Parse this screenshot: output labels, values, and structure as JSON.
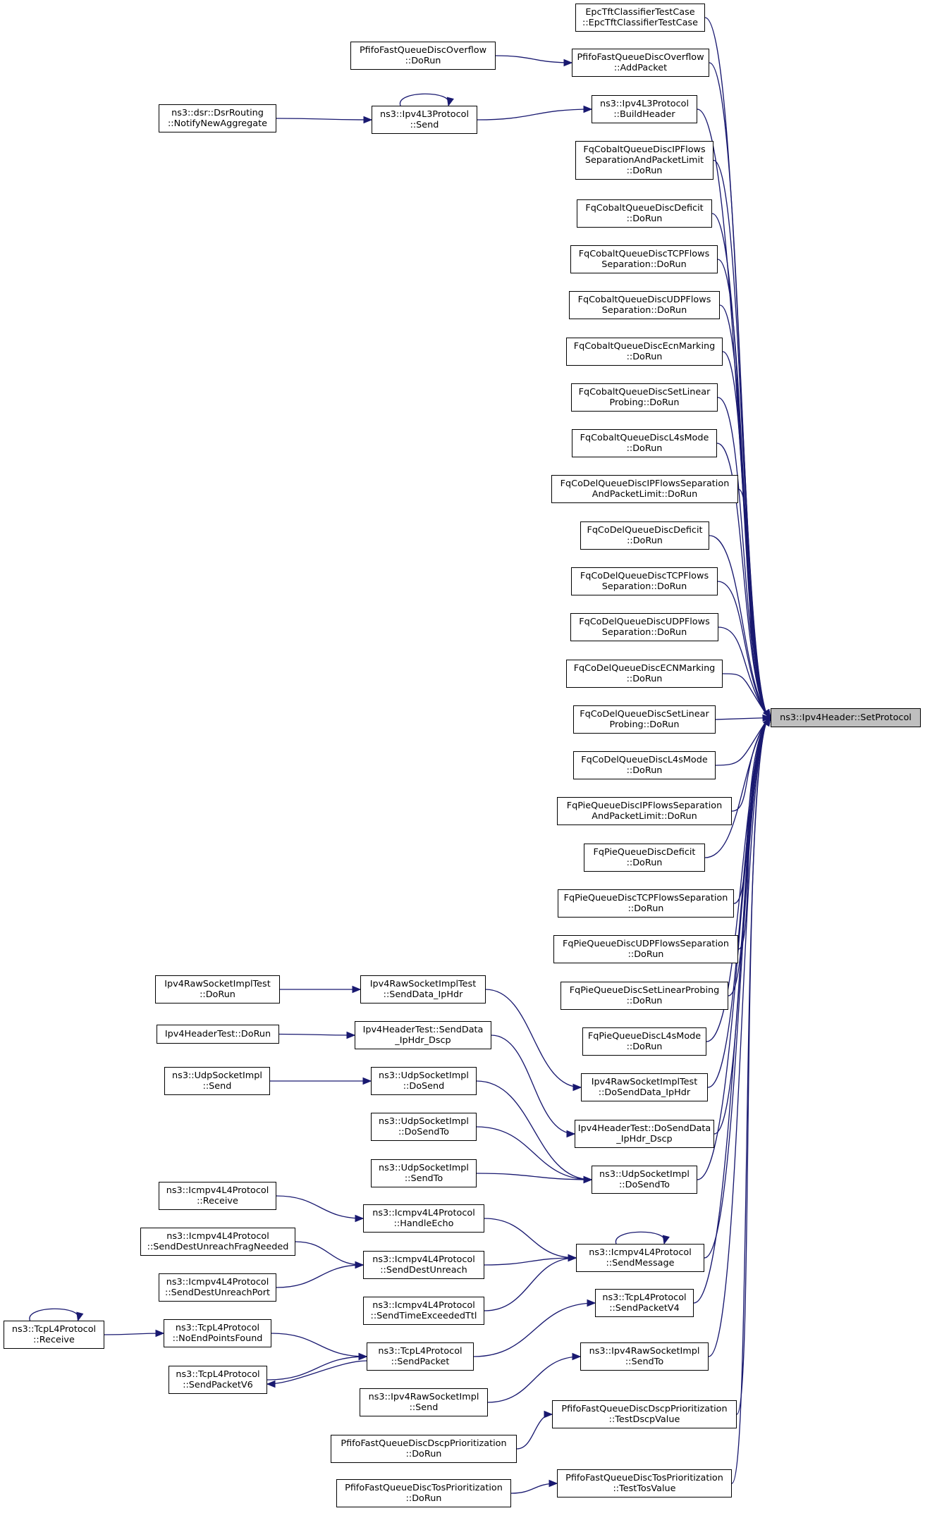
{
  "graph": {
    "colors": {
      "edge": "#191970",
      "root_fill": "#bfbfbf",
      "node_border": "#000000"
    },
    "root": {
      "id": "set_protocol",
      "lines": [
        "ns3::Ipv4Header::SetProtocol"
      ]
    },
    "callers": [
      {
        "id": "epc_ctor",
        "lines": [
          "EpcTftClassifierTestCase",
          "::EpcTftClassifierTestCase"
        ]
      },
      {
        "id": "pfifo_overflow_addpacket",
        "lines": [
          "PfifoFastQueueDiscOverflow",
          "::AddPacket"
        ]
      },
      {
        "id": "pfifo_overflow_dorun",
        "lines": [
          "PfifoFastQueueDiscOverflow",
          "::DoRun"
        ]
      },
      {
        "id": "ipv4l3_buildheader",
        "lines": [
          "ns3::Ipv4L3Protocol",
          "::BuildHeader"
        ]
      },
      {
        "id": "ipv4l3_send",
        "lines": [
          "ns3::Ipv4L3Protocol",
          "::Send"
        ]
      },
      {
        "id": "dsr_notify",
        "lines": [
          "ns3::dsr::DsrRouting",
          "::NotifyNewAggregate"
        ]
      },
      {
        "id": "fqcobalt_ipflows",
        "lines": [
          "FqCobaltQueueDiscIPFlows",
          "SeparationAndPacketLimit",
          "::DoRun"
        ]
      },
      {
        "id": "fqcobalt_deficit",
        "lines": [
          "FqCobaltQueueDiscDeficit",
          "::DoRun"
        ]
      },
      {
        "id": "fqcobalt_tcp",
        "lines": [
          "FqCobaltQueueDiscTCPFlows",
          "Separation::DoRun"
        ]
      },
      {
        "id": "fqcobalt_udp",
        "lines": [
          "FqCobaltQueueDiscUDPFlows",
          "Separation::DoRun"
        ]
      },
      {
        "id": "fqcobalt_ecn",
        "lines": [
          "FqCobaltQueueDiscEcnMarking",
          "::DoRun"
        ]
      },
      {
        "id": "fqcobalt_linear",
        "lines": [
          "FqCobaltQueueDiscSetLinear",
          "Probing::DoRun"
        ]
      },
      {
        "id": "fqcobalt_l4s",
        "lines": [
          "FqCobaltQueueDiscL4sMode",
          "::DoRun"
        ]
      },
      {
        "id": "fqcodel_ipflows",
        "lines": [
          "FqCoDelQueueDiscIPFlowsSeparation",
          "AndPacketLimit::DoRun"
        ]
      },
      {
        "id": "fqcodel_deficit",
        "lines": [
          "FqCoDelQueueDiscDeficit",
          "::DoRun"
        ]
      },
      {
        "id": "fqcodel_tcp",
        "lines": [
          "FqCoDelQueueDiscTCPFlows",
          "Separation::DoRun"
        ]
      },
      {
        "id": "fqcodel_udp",
        "lines": [
          "FqCoDelQueueDiscUDPFlows",
          "Separation::DoRun"
        ]
      },
      {
        "id": "fqcodel_ecn",
        "lines": [
          "FqCoDelQueueDiscECNMarking",
          "::DoRun"
        ]
      },
      {
        "id": "fqcodel_linear",
        "lines": [
          "FqCoDelQueueDiscSetLinear",
          "Probing::DoRun"
        ]
      },
      {
        "id": "fqcodel_l4s",
        "lines": [
          "FqCoDelQueueDiscL4sMode",
          "::DoRun"
        ]
      },
      {
        "id": "fqpie_ipflows",
        "lines": [
          "FqPieQueueDiscIPFlowsSeparation",
          "AndPacketLimit::DoRun"
        ]
      },
      {
        "id": "fqpie_deficit",
        "lines": [
          "FqPieQueueDiscDeficit",
          "::DoRun"
        ]
      },
      {
        "id": "fqpie_tcp",
        "lines": [
          "FqPieQueueDiscTCPFlowsSeparation",
          "::DoRun"
        ]
      },
      {
        "id": "fqpie_udp",
        "lines": [
          "FqPieQueueDiscUDPFlowsSeparation",
          "::DoRun"
        ]
      },
      {
        "id": "fqpie_linear",
        "lines": [
          "FqPieQueueDiscSetLinearProbing",
          "::DoRun"
        ]
      },
      {
        "id": "fqpie_l4s",
        "lines": [
          "FqPieQueueDiscL4sMode",
          "::DoRun"
        ]
      },
      {
        "id": "rawtest_senddata",
        "lines": [
          "Ipv4RawSocketImplTest",
          "::SendData_IpHdr"
        ]
      },
      {
        "id": "rawtest_dorun",
        "lines": [
          "Ipv4RawSocketImplTest",
          "::DoRun"
        ]
      },
      {
        "id": "hdrtest_senddata",
        "lines": [
          "Ipv4HeaderTest::SendData",
          "_IpHdr_Dscp"
        ]
      },
      {
        "id": "hdrtest_dorun",
        "lines": [
          "Ipv4HeaderTest::DoRun"
        ]
      },
      {
        "id": "rawtest_dosend",
        "lines": [
          "Ipv4RawSocketImplTest",
          "::DoSendData_IpHdr"
        ]
      },
      {
        "id": "hdrtest_dosend",
        "lines": [
          "Ipv4HeaderTest::DoSendData",
          "_IpHdr_Dscp"
        ]
      },
      {
        "id": "udp_dosend",
        "lines": [
          "ns3::UdpSocketImpl",
          "::DoSend"
        ]
      },
      {
        "id": "udp_send",
        "lines": [
          "ns3::UdpSocketImpl",
          "::Send"
        ]
      },
      {
        "id": "udp_dosendto_left",
        "lines": [
          "ns3::UdpSocketImpl",
          "::DoSendTo"
        ]
      },
      {
        "id": "udp_sendto",
        "lines": [
          "ns3::UdpSocketImpl",
          "::SendTo"
        ]
      },
      {
        "id": "udp_dosendto",
        "lines": [
          "ns3::UdpSocketImpl",
          "::DoSendTo"
        ]
      },
      {
        "id": "icmp_receive",
        "lines": [
          "ns3::Icmpv4L4Protocol",
          "::Receive"
        ]
      },
      {
        "id": "icmp_handleecho",
        "lines": [
          "ns3::Icmpv4L4Protocol",
          "::HandleEcho"
        ]
      },
      {
        "id": "icmp_fragneeded",
        "lines": [
          "ns3::Icmpv4L4Protocol",
          "::SendDestUnreachFragNeeded"
        ]
      },
      {
        "id": "icmp_destunreach",
        "lines": [
          "ns3::Icmpv4L4Protocol",
          "::SendDestUnreach"
        ]
      },
      {
        "id": "icmp_unreachport",
        "lines": [
          "ns3::Icmpv4L4Protocol",
          "::SendDestUnreachPort"
        ]
      },
      {
        "id": "icmp_timeexceeded",
        "lines": [
          "ns3::Icmpv4L4Protocol",
          "::SendTimeExceededTtl"
        ]
      },
      {
        "id": "icmp_sendmessage",
        "lines": [
          "ns3::Icmpv4L4Protocol",
          "::SendMessage"
        ]
      },
      {
        "id": "tcp_sendpacketv4",
        "lines": [
          "ns3::TcpL4Protocol",
          "::SendPacketV4"
        ]
      },
      {
        "id": "tcp_receive",
        "lines": [
          "ns3::TcpL4Protocol",
          "::Receive"
        ]
      },
      {
        "id": "tcp_noendpoints",
        "lines": [
          "ns3::TcpL4Protocol",
          "::NoEndPointsFound"
        ]
      },
      {
        "id": "tcp_sendpacket",
        "lines": [
          "ns3::TcpL4Protocol",
          "::SendPacket"
        ]
      },
      {
        "id": "tcp_sendpacketv6",
        "lines": [
          "ns3::TcpL4Protocol",
          "::SendPacketV6"
        ]
      },
      {
        "id": "raw_sendto",
        "lines": [
          "ns3::Ipv4RawSocketImpl",
          "::SendTo"
        ]
      },
      {
        "id": "raw_send",
        "lines": [
          "ns3::Ipv4RawSocketImpl",
          "::Send"
        ]
      },
      {
        "id": "pfifo_dscp_test",
        "lines": [
          "PfifoFastQueueDiscDscpPrioritization",
          "::TestDscpValue"
        ]
      },
      {
        "id": "pfifo_dscp_dorun",
        "lines": [
          "PfifoFastQueueDiscDscpPrioritization",
          "::DoRun"
        ]
      },
      {
        "id": "pfifo_tos_test",
        "lines": [
          "PfifoFastQueueDiscTosPrioritization",
          "::TestTosValue"
        ]
      },
      {
        "id": "pfifo_tos_dorun",
        "lines": [
          "PfifoFastQueueDiscTosPrioritization",
          "::DoRun"
        ]
      }
    ],
    "edges": [
      [
        "pfifo_overflow_dorun",
        "pfifo_overflow_addpacket"
      ],
      [
        "ipv4l3_send",
        "ipv4l3_buildheader"
      ],
      [
        "dsr_notify",
        "ipv4l3_send"
      ],
      [
        "ipv4l3_send",
        "ipv4l3_send"
      ],
      [
        "rawtest_dorun",
        "rawtest_senddata"
      ],
      [
        "hdrtest_dorun",
        "hdrtest_senddata"
      ],
      [
        "rawtest_senddata",
        "rawtest_dosend"
      ],
      [
        "hdrtest_senddata",
        "hdrtest_dosend"
      ],
      [
        "udp_send",
        "udp_dosend"
      ],
      [
        "udp_dosend",
        "udp_dosendto"
      ],
      [
        "udp_dosendto_left",
        "udp_dosendto"
      ],
      [
        "udp_sendto",
        "udp_dosendto"
      ],
      [
        "icmp_receive",
        "icmp_handleecho"
      ],
      [
        "icmp_fragneeded",
        "icmp_destunreach"
      ],
      [
        "icmp_unreachport",
        "icmp_destunreach"
      ],
      [
        "icmp_handleecho",
        "icmp_sendmessage"
      ],
      [
        "icmp_destunreach",
        "icmp_sendmessage"
      ],
      [
        "icmp_timeexceeded",
        "icmp_sendmessage"
      ],
      [
        "icmp_sendmessage",
        "icmp_sendmessage"
      ],
      [
        "tcp_receive",
        "tcp_noendpoints"
      ],
      [
        "tcp_receive",
        "tcp_receive"
      ],
      [
        "tcp_noendpoints",
        "tcp_sendpacket"
      ],
      [
        "tcp_sendpacketv6",
        "tcp_sendpacket"
      ],
      [
        "tcp_sendpacket",
        "tcp_sendpacketv6"
      ],
      [
        "tcp_sendpacket",
        "tcp_sendpacketv4"
      ],
      [
        "raw_send",
        "raw_sendto"
      ],
      [
        "pfifo_dscp_dorun",
        "pfifo_dscp_test"
      ],
      [
        "pfifo_tos_dorun",
        "pfifo_tos_test"
      ],
      [
        "epc_ctor",
        "set_protocol"
      ],
      [
        "pfifo_overflow_addpacket",
        "set_protocol"
      ],
      [
        "ipv4l3_buildheader",
        "set_protocol"
      ],
      [
        "fqcobalt_ipflows",
        "set_protocol"
      ],
      [
        "fqcobalt_deficit",
        "set_protocol"
      ],
      [
        "fqcobalt_tcp",
        "set_protocol"
      ],
      [
        "fqcobalt_udp",
        "set_protocol"
      ],
      [
        "fqcobalt_ecn",
        "set_protocol"
      ],
      [
        "fqcobalt_linear",
        "set_protocol"
      ],
      [
        "fqcobalt_l4s",
        "set_protocol"
      ],
      [
        "fqcodel_ipflows",
        "set_protocol"
      ],
      [
        "fqcodel_deficit",
        "set_protocol"
      ],
      [
        "fqcodel_tcp",
        "set_protocol"
      ],
      [
        "fqcodel_udp",
        "set_protocol"
      ],
      [
        "fqcodel_ecn",
        "set_protocol"
      ],
      [
        "fqcodel_linear",
        "set_protocol"
      ],
      [
        "fqcodel_l4s",
        "set_protocol"
      ],
      [
        "fqpie_ipflows",
        "set_protocol"
      ],
      [
        "fqpie_deficit",
        "set_protocol"
      ],
      [
        "fqpie_tcp",
        "set_protocol"
      ],
      [
        "fqpie_udp",
        "set_protocol"
      ],
      [
        "fqpie_linear",
        "set_protocol"
      ],
      [
        "fqpie_l4s",
        "set_protocol"
      ],
      [
        "rawtest_dosend",
        "set_protocol"
      ],
      [
        "hdrtest_dosend",
        "set_protocol"
      ],
      [
        "udp_dosendto",
        "set_protocol"
      ],
      [
        "icmp_sendmessage",
        "set_protocol"
      ],
      [
        "tcp_sendpacketv4",
        "set_protocol"
      ],
      [
        "raw_sendto",
        "set_protocol"
      ],
      [
        "pfifo_dscp_test",
        "set_protocol"
      ],
      [
        "pfifo_tos_test",
        "set_protocol"
      ]
    ]
  }
}
